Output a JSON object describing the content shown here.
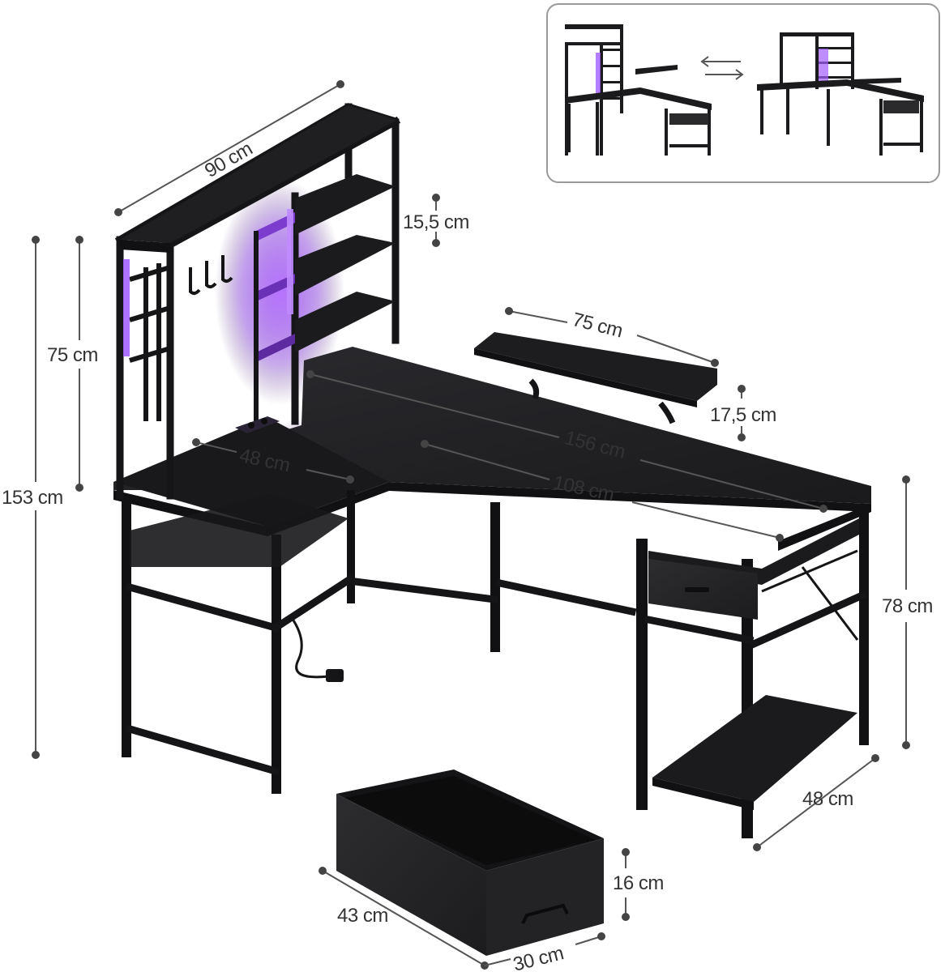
{
  "dimensions": {
    "hutch_width": "90 cm",
    "shelf_gap": "15,5 cm",
    "hutch_height": "75 cm",
    "total_height": "153 cm",
    "monitor_stand_width": "75 cm",
    "monitor_stand_height": "17,5 cm",
    "desk_total_length": "156 cm",
    "side_desk_depth": "48 cm",
    "main_desk_length": "108 cm",
    "desk_height": "78 cm",
    "desk_depth": "48 cm",
    "drawer_height": "16 cm",
    "drawer_length": "43 cm",
    "drawer_width": "30 cm"
  },
  "colors": {
    "furniture": "#1b1b1d",
    "led_glow": "#9b4dff",
    "dimension_line": "#555555"
  },
  "inset": {
    "icon": "swap-arrows-icon"
  }
}
